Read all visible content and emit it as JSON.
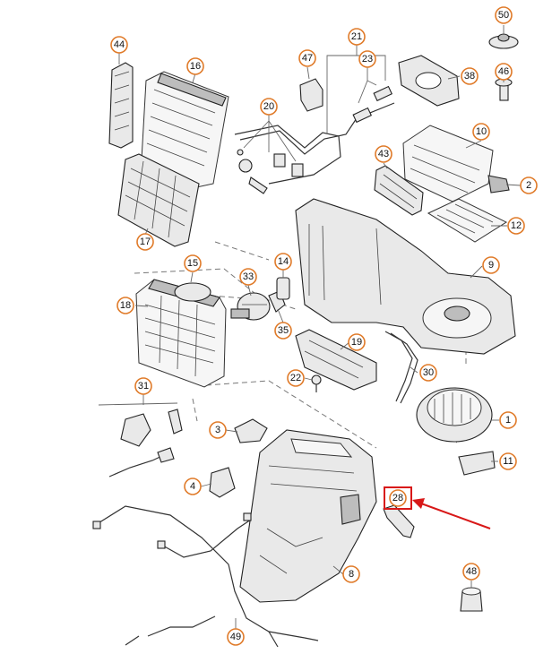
{
  "callouts": {
    "c1": "1",
    "c2": "2",
    "c3": "3",
    "c4": "4",
    "c8": "8",
    "c9": "9",
    "c10": "10",
    "c11": "11",
    "c12": "12",
    "c14": "14",
    "c15": "15",
    "c16": "16",
    "c17": "17",
    "c18": "18",
    "c19": "19",
    "c20": "20",
    "c21": "21",
    "c22": "22",
    "c23": "23",
    "c28": "28",
    "c30": "30",
    "c31": "31",
    "c33": "33",
    "c35": "35",
    "c38": "38",
    "c43": "43",
    "c44": "44",
    "c46": "46",
    "c47": "47",
    "c48": "48",
    "c49": "49",
    "c50": "50"
  },
  "highlight": {
    "target": "28",
    "color": "#d81818"
  },
  "colors": {
    "callout_ring": "#e07b2a",
    "line": "#222222"
  }
}
